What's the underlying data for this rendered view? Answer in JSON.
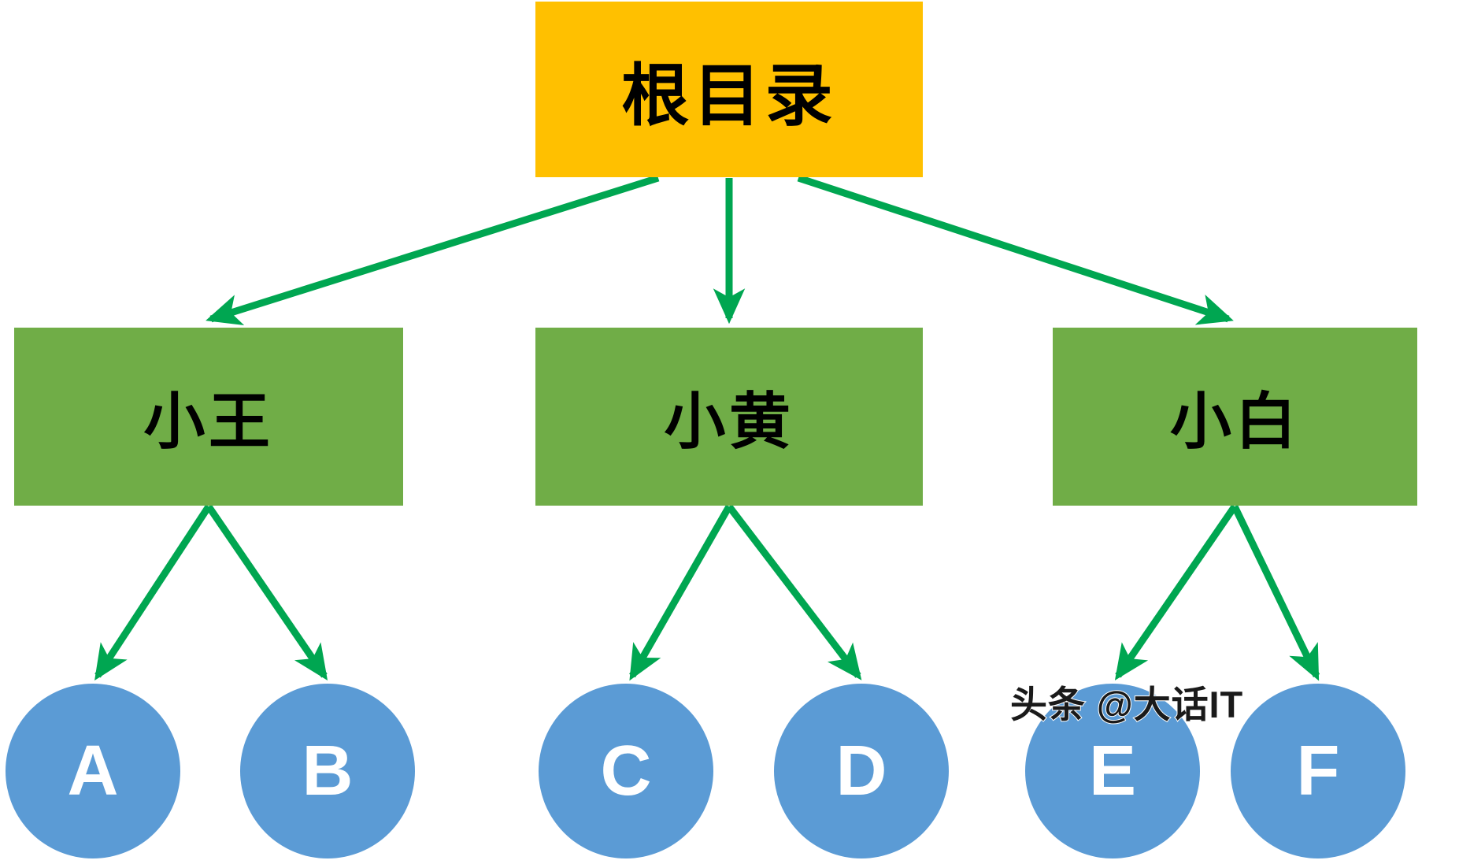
{
  "diagram": {
    "type": "tree",
    "title_text": "",
    "colors": {
      "root_fill": "#FFC000",
      "directory_fill": "#70AD47",
      "leaf_fill": "#5B9BD5",
      "arrow": "#00A651",
      "background": "#FFFFFF",
      "rect_text": "#000000",
      "circle_text": "#FFFFFF"
    },
    "root": {
      "id": "root",
      "label": "根目录"
    },
    "level2": [
      {
        "id": "n1",
        "label": "小王"
      },
      {
        "id": "n2",
        "label": "小黄"
      },
      {
        "id": "n3",
        "label": "小白"
      }
    ],
    "level3": [
      {
        "id": "a",
        "label": "A",
        "parent": "n1"
      },
      {
        "id": "b",
        "label": "B",
        "parent": "n1"
      },
      {
        "id": "c",
        "label": "C",
        "parent": "n2"
      },
      {
        "id": "d",
        "label": "D",
        "parent": "n2"
      },
      {
        "id": "e",
        "label": "E",
        "parent": "n3"
      },
      {
        "id": "f",
        "label": "F",
        "parent": "n3"
      }
    ],
    "edges": [
      {
        "from": "root",
        "to": "n1"
      },
      {
        "from": "root",
        "to": "n2"
      },
      {
        "from": "root",
        "to": "n3"
      },
      {
        "from": "n1",
        "to": "a"
      },
      {
        "from": "n1",
        "to": "b"
      },
      {
        "from": "n2",
        "to": "c"
      },
      {
        "from": "n2",
        "to": "d"
      },
      {
        "from": "n3",
        "to": "e"
      },
      {
        "from": "n3",
        "to": "f"
      }
    ]
  },
  "watermark": {
    "text": "头条 @大话IT"
  }
}
